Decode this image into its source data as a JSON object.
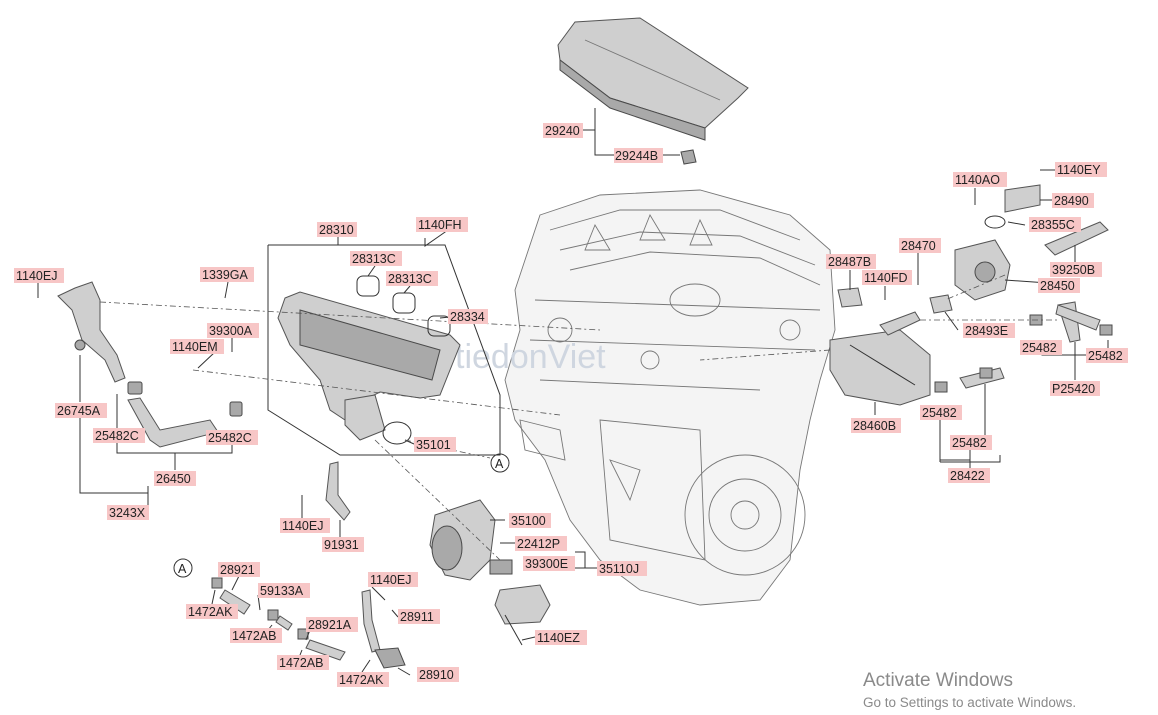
{
  "diagram": {
    "callout_a": "A",
    "watermark": "tiedonViet",
    "labels": {
      "p29240": "29240",
      "p29244b": "29244B",
      "p28310": "28310",
      "p1140fh": "1140FH",
      "p28313c_1": "28313C",
      "p28313c_2": "28313C",
      "p28334": "28334",
      "p1339ga": "1339GA",
      "p39300a": "39300A",
      "p1140em": "1140EM",
      "p35101": "35101",
      "p1140ej_left": "1140EJ",
      "p26745a": "26745A",
      "p25482c_l": "25482C",
      "p25482c_r": "25482C",
      "p26450": "26450",
      "p3243x": "3243X",
      "p1140ej_mid": "1140EJ",
      "p91931": "91931",
      "p35100": "35100",
      "p22412p": "22412P",
      "p39300e": "39300E",
      "p35110j": "35110J",
      "p1140ez": "1140EZ",
      "p28921": "28921",
      "p1472ak_1": "1472AK",
      "p59133a": "59133A",
      "p1472ab_1": "1472AB",
      "p28921a": "28921A",
      "p1472ab_2": "1472AB",
      "p1472ak_2": "1472AK",
      "p1140ej_low": "1140EJ",
      "p28911": "28911",
      "p28910": "28910",
      "p1140ao": "1140AO",
      "p1140ey": "1140EY",
      "p28490": "28490",
      "p28355c": "28355C",
      "p28470": "28470",
      "p28487b": "28487B",
      "p1140fd": "1140FD",
      "p39250b": "39250B",
      "p28450": "28450",
      "p28493e": "28493E",
      "p25482_a": "25482",
      "p25482_b": "25482",
      "p25420": "P25420",
      "p28460b": "28460B",
      "p25482_c": "25482",
      "p25482_d": "25482",
      "p28422": "28422"
    }
  },
  "activation": {
    "title": "Activate Windows",
    "subtitle": "Go to Settings to activate Windows."
  }
}
